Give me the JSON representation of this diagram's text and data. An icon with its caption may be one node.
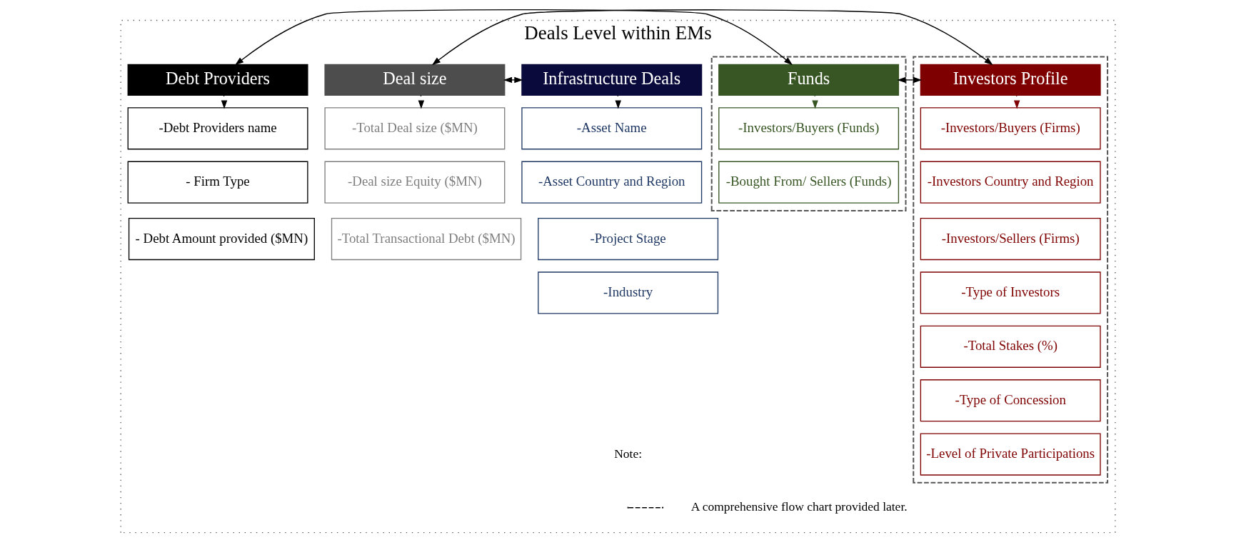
{
  "diagram": {
    "nodes": [
      {
        "text": [
          "Deals Level within EMs"
        ]
      },
      {
        "text": [
          "Infrastructure Deals"
        ],
        "in": 0
      },
      {
        "text": [
          "-Asset Name"
        ],
        "in": 0
      },
      {
        "text": [
          "-Asset Country and Region"
        ],
        "in": 0
      },
      {
        "text": [
          "-Project Stage"
        ],
        "in": 0
      },
      {
        "text": [
          "-Industry"
        ],
        "in": 0
      },
      {
        "text": [
          "Deal size"
        ],
        "in": 0
      },
      {
        "text": [
          "-Total Deal size ($MN)"
        ],
        "in": 0
      },
      {
        "text": [
          "-Deal size Equity ($MN)"
        ],
        "in": 0
      },
      {
        "text": [
          "-Total Transactional Debt ($MN)"
        ],
        "in": 0
      },
      {
        "text": [],
        "shape": "box",
        "in": 0
      },
      {
        "text": [
          "Investors Profile"
        ],
        "in": 10
      },
      {
        "text": [
          "-Investors/Buyers (Firms)"
        ],
        "in": 10
      },
      {
        "text": [
          "-Investors Country and Region"
        ],
        "in": 10
      },
      {
        "text": [
          "-Investors/Sellers (Firms)"
        ],
        "in": 10
      },
      {
        "text": [
          "-Type of Investors"
        ],
        "in": 10
      },
      {
        "text": [
          "-Total Stakes (%)"
        ],
        "in": 10
      },
      {
        "text": [
          "-Type of Concession"
        ],
        "in": 10
      },
      {
        "text": [
          "-Level of Private Participations"
        ],
        "in": 10
      },
      {
        "text": [],
        "shape": "box",
        "in": 0
      },
      {
        "text": [
          "Funds"
        ],
        "in": 19
      },
      {
        "text": [
          "-Investors/Buyers (Funds)"
        ],
        "in": 19
      },
      {
        "text": [
          "-Bought From/ Sellers (Funds)"
        ],
        "in": 19
      },
      {
        "text": [
          "Debt Providers"
        ],
        "in": 0
      },
      {
        "text": [
          "-Debt Providers name"
        ],
        "in": 0
      },
      {
        "text": [
          "- Firm Type"
        ],
        "in": 0
      },
      {
        "text": [
          "- Debt Amount provided ($MN)"
        ],
        "in": 0
      }
    ],
    "edges": [
      {
        "from": 1,
        "to": 6,
        "arrow": "both"
      },
      {
        "from": 6,
        "to": 11,
        "arrow": "both"
      },
      {
        "from": 11,
        "to": 20,
        "arrow": "both"
      },
      {
        "from": 20,
        "to": 23,
        "arrow": "both"
      },
      {
        "from": 1,
        "to": 2,
        "arrow": "to",
        "style": "dashed"
      },
      {
        "from": 6,
        "to": 7,
        "arrow": "to",
        "style": "dashed"
      },
      {
        "from": 11,
        "to": 12,
        "arrow": "to",
        "style": "dashed",
        "color": "#7f0000"
      },
      {
        "from": 20,
        "to": 21,
        "arrow": "to",
        "style": "dashed",
        "color": "#375623"
      },
      {
        "from": 23,
        "to": 24,
        "arrow": "to",
        "style": "dashed"
      }
    ],
    "labels": [
      "Note:"
    ],
    "legend": [
      {
        "text": "A comprehensive flow chart provided later."
      }
    ]
  }
}
